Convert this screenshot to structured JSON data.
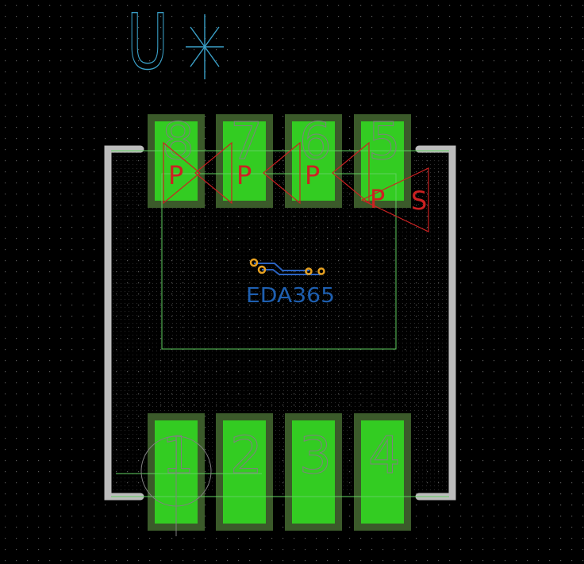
{
  "colors": {
    "background": "#000000",
    "grid_dot": "#5a5a5a",
    "pad_fill": "#33cc22",
    "pad_mask": "#3b5a2a",
    "silkscreen_outline": "#bcbcbc",
    "courtyard": "#5fd05f",
    "designator": "#3aa0c8",
    "pin_number": "#808080",
    "pin_marker": "#cc2222",
    "logo_text": "#1e5fb0",
    "logo_trace": "#2a62c0",
    "logo_via": "#e6a020"
  },
  "designator": {
    "letter": "U",
    "suffix_icon": "asterisk-icon"
  },
  "logo": {
    "text": "EDA365"
  },
  "pins": {
    "top": [
      {
        "number": "8",
        "marker": "P"
      },
      {
        "number": "7",
        "marker": "P"
      },
      {
        "number": "6",
        "marker": "P"
      },
      {
        "number": "5",
        "marker": "P"
      }
    ],
    "bottom": [
      {
        "number": "1"
      },
      {
        "number": "2"
      },
      {
        "number": "3"
      },
      {
        "number": "4"
      }
    ],
    "extra_marker": "S"
  }
}
